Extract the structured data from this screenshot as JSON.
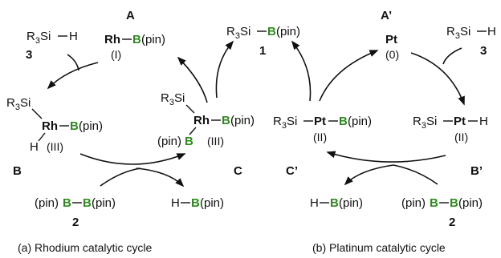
{
  "colors": {
    "silicon": "#2a5599",
    "boron": "#2e8b1e",
    "text": "#111111"
  },
  "text": {
    "r3": "R",
    "sub3": "3",
    "si": "Si",
    "h": "H",
    "rh": "Rh",
    "pt": "Pt",
    "b": "B",
    "pin": "(pin)",
    "ox_I": "(I)",
    "ox_III": "(III)",
    "ox_0": "(0)",
    "ox_II": "(II)",
    "cmp_1": "1",
    "cmp_2": "2",
    "cmp_3": "3"
  },
  "labels": {
    "A": "A",
    "B": "B",
    "C": "C",
    "A_prime": "A’",
    "B_prime": "B’",
    "C_prime": "C’"
  },
  "captions": {
    "rhodium": "(a) Rhodium catalytic cycle",
    "platinum": "(b) Platinum catalytic cycle"
  }
}
